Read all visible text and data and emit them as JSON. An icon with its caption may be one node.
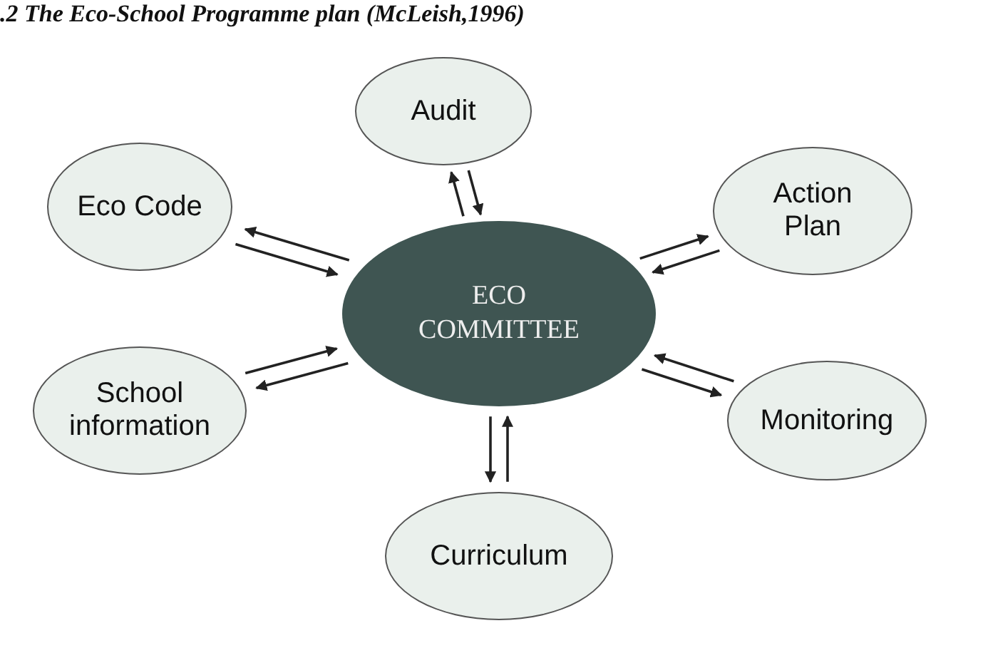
{
  "diagram": {
    "title": ".2 The Eco-School Programme plan (McLeish,1996)",
    "nodes": [
      {
        "text": [
          "Audit"
        ]
      },
      {
        "text": [
          "Eco Code"
        ]
      },
      {
        "text": [
          "Action Plan"
        ]
      },
      {
        "text": [
          "ECO COMMITTEE"
        ]
      },
      {
        "text": [
          "School information"
        ]
      },
      {
        "text": [
          "Monitoring"
        ]
      },
      {
        "text": [
          "Curriculum"
        ]
      }
    ],
    "edges": [
      {
        "from": 0,
        "to": 3,
        "arrow": "to"
      },
      {
        "from": 3,
        "to": 0,
        "arrow": "to"
      },
      {
        "from": 3,
        "to": 1,
        "arrow": "to"
      },
      {
        "from": 1,
        "to": 3,
        "arrow": "to"
      },
      {
        "from": 2,
        "to": 3,
        "arrow": "to"
      },
      {
        "from": 3,
        "to": 2,
        "arrow": "to"
      },
      {
        "from": 3,
        "to": 4,
        "arrow": "to"
      },
      {
        "from": 4,
        "to": 3,
        "arrow": "to"
      },
      {
        "from": 5,
        "to": 3,
        "arrow": "to"
      },
      {
        "from": 3,
        "to": 5,
        "arrow": "to"
      },
      {
        "from": 6,
        "to": 3,
        "arrow": "to"
      },
      {
        "from": 3,
        "to": 6,
        "arrow": "to"
      }
    ]
  }
}
